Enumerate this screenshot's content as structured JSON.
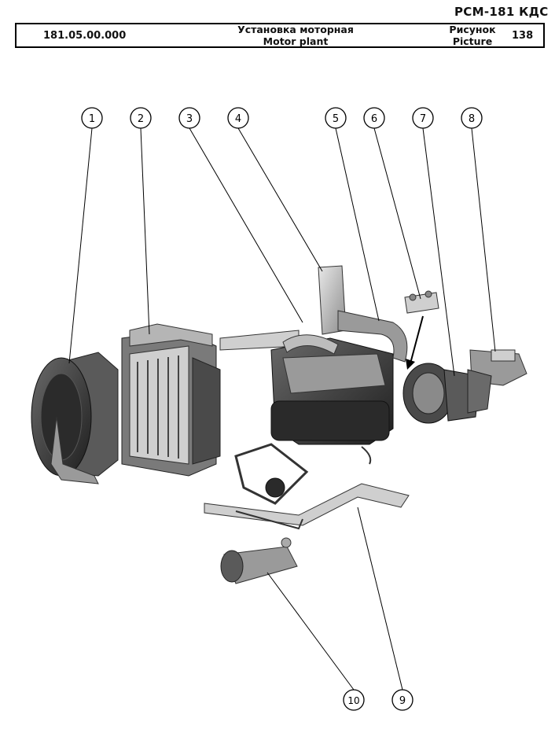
{
  "model": "РСМ-181 КДС",
  "header": {
    "code": "181.05.00.000",
    "title_ru": "Установка моторная",
    "title_en": "Motor plant",
    "figure_ru": "Рисунок",
    "figure_en": "Picture",
    "figure_number": "138"
  },
  "callouts": [
    "1",
    "2",
    "3",
    "4",
    "5",
    "6",
    "7",
    "8",
    "9",
    "10"
  ],
  "colors": {
    "line": "#000000",
    "part_dark": "#3a3a3a",
    "part_mid": "#8a8a8a",
    "part_light": "#cfcfcf"
  }
}
